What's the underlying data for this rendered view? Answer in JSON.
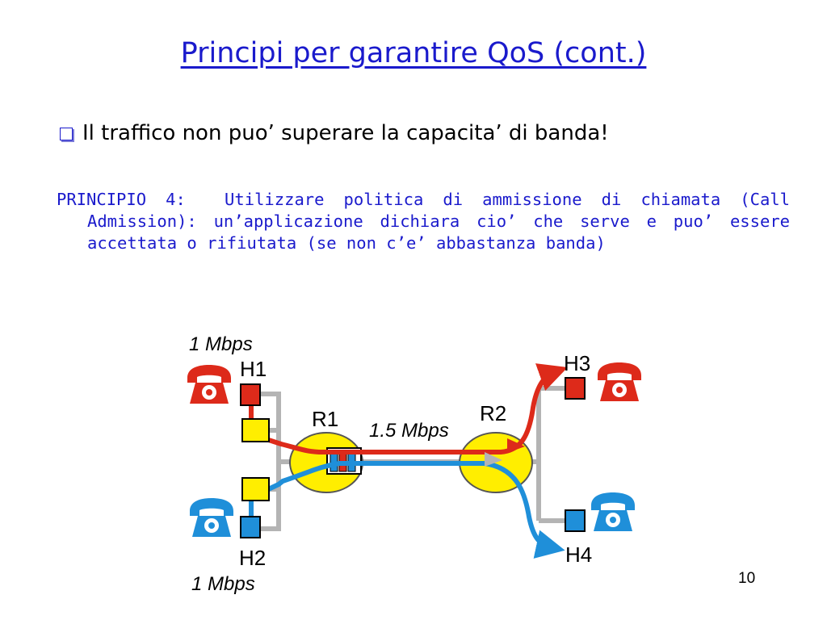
{
  "slide": {
    "title": "Principi per garantire  QoS (cont.)",
    "bullet": "Il traffico non puo’ superare la capacita’ di banda!",
    "principle_label": "PRINCIPIO 4:",
    "principle_text": "Utilizzare politica di ammissione di chiamata (Call Admission): un’applicazione dichiara cio’ che serve e puo’ essere accettata o rifiutata (se non c’e’ abbastanza banda)",
    "page_number": "10"
  },
  "diagram": {
    "labels": {
      "h1": "H1",
      "h2": "H2",
      "h3": "H3",
      "h4": "H4",
      "r1": "R1",
      "r2": "R2",
      "link_capacity": "1.5 Mbps",
      "rate_top": "1 Mbps",
      "rate_bottom": "1 Mbps"
    },
    "colors": {
      "red": "#dd2a1a",
      "blue": "#1f8fd9",
      "yellow": "#ffee00",
      "gray": "#b4b4b4",
      "title": "#1a1acc"
    },
    "icons": [
      "telephone-icon",
      "telephone-icon",
      "telephone-icon",
      "telephone-icon"
    ]
  }
}
